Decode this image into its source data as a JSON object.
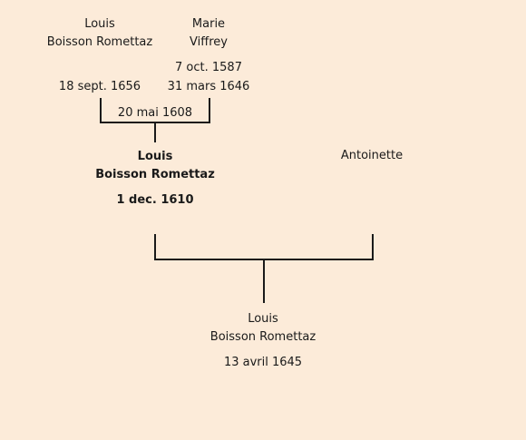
{
  "father": {
    "first_name": "Louis",
    "last_name": "Boisson Romettaz",
    "death": "18 sept. 1656"
  },
  "mother": {
    "first_name": "Marie",
    "last_name": "Viffrey",
    "birth": "7 oct. 1587",
    "death": "31 mars 1646"
  },
  "parents_marriage": "20 mai 1608",
  "subject": {
    "first_name": "Louis",
    "last_name": "Boisson Romettaz",
    "birth": "1 dec. 1610"
  },
  "spouse": {
    "first_name": "Antoinette"
  },
  "child": {
    "first_name": "Louis",
    "last_name": "Boisson Romettaz",
    "birth": "13 avril 1645"
  },
  "colors": {
    "background": "#fcebd9",
    "line": "#1a1a1a"
  }
}
